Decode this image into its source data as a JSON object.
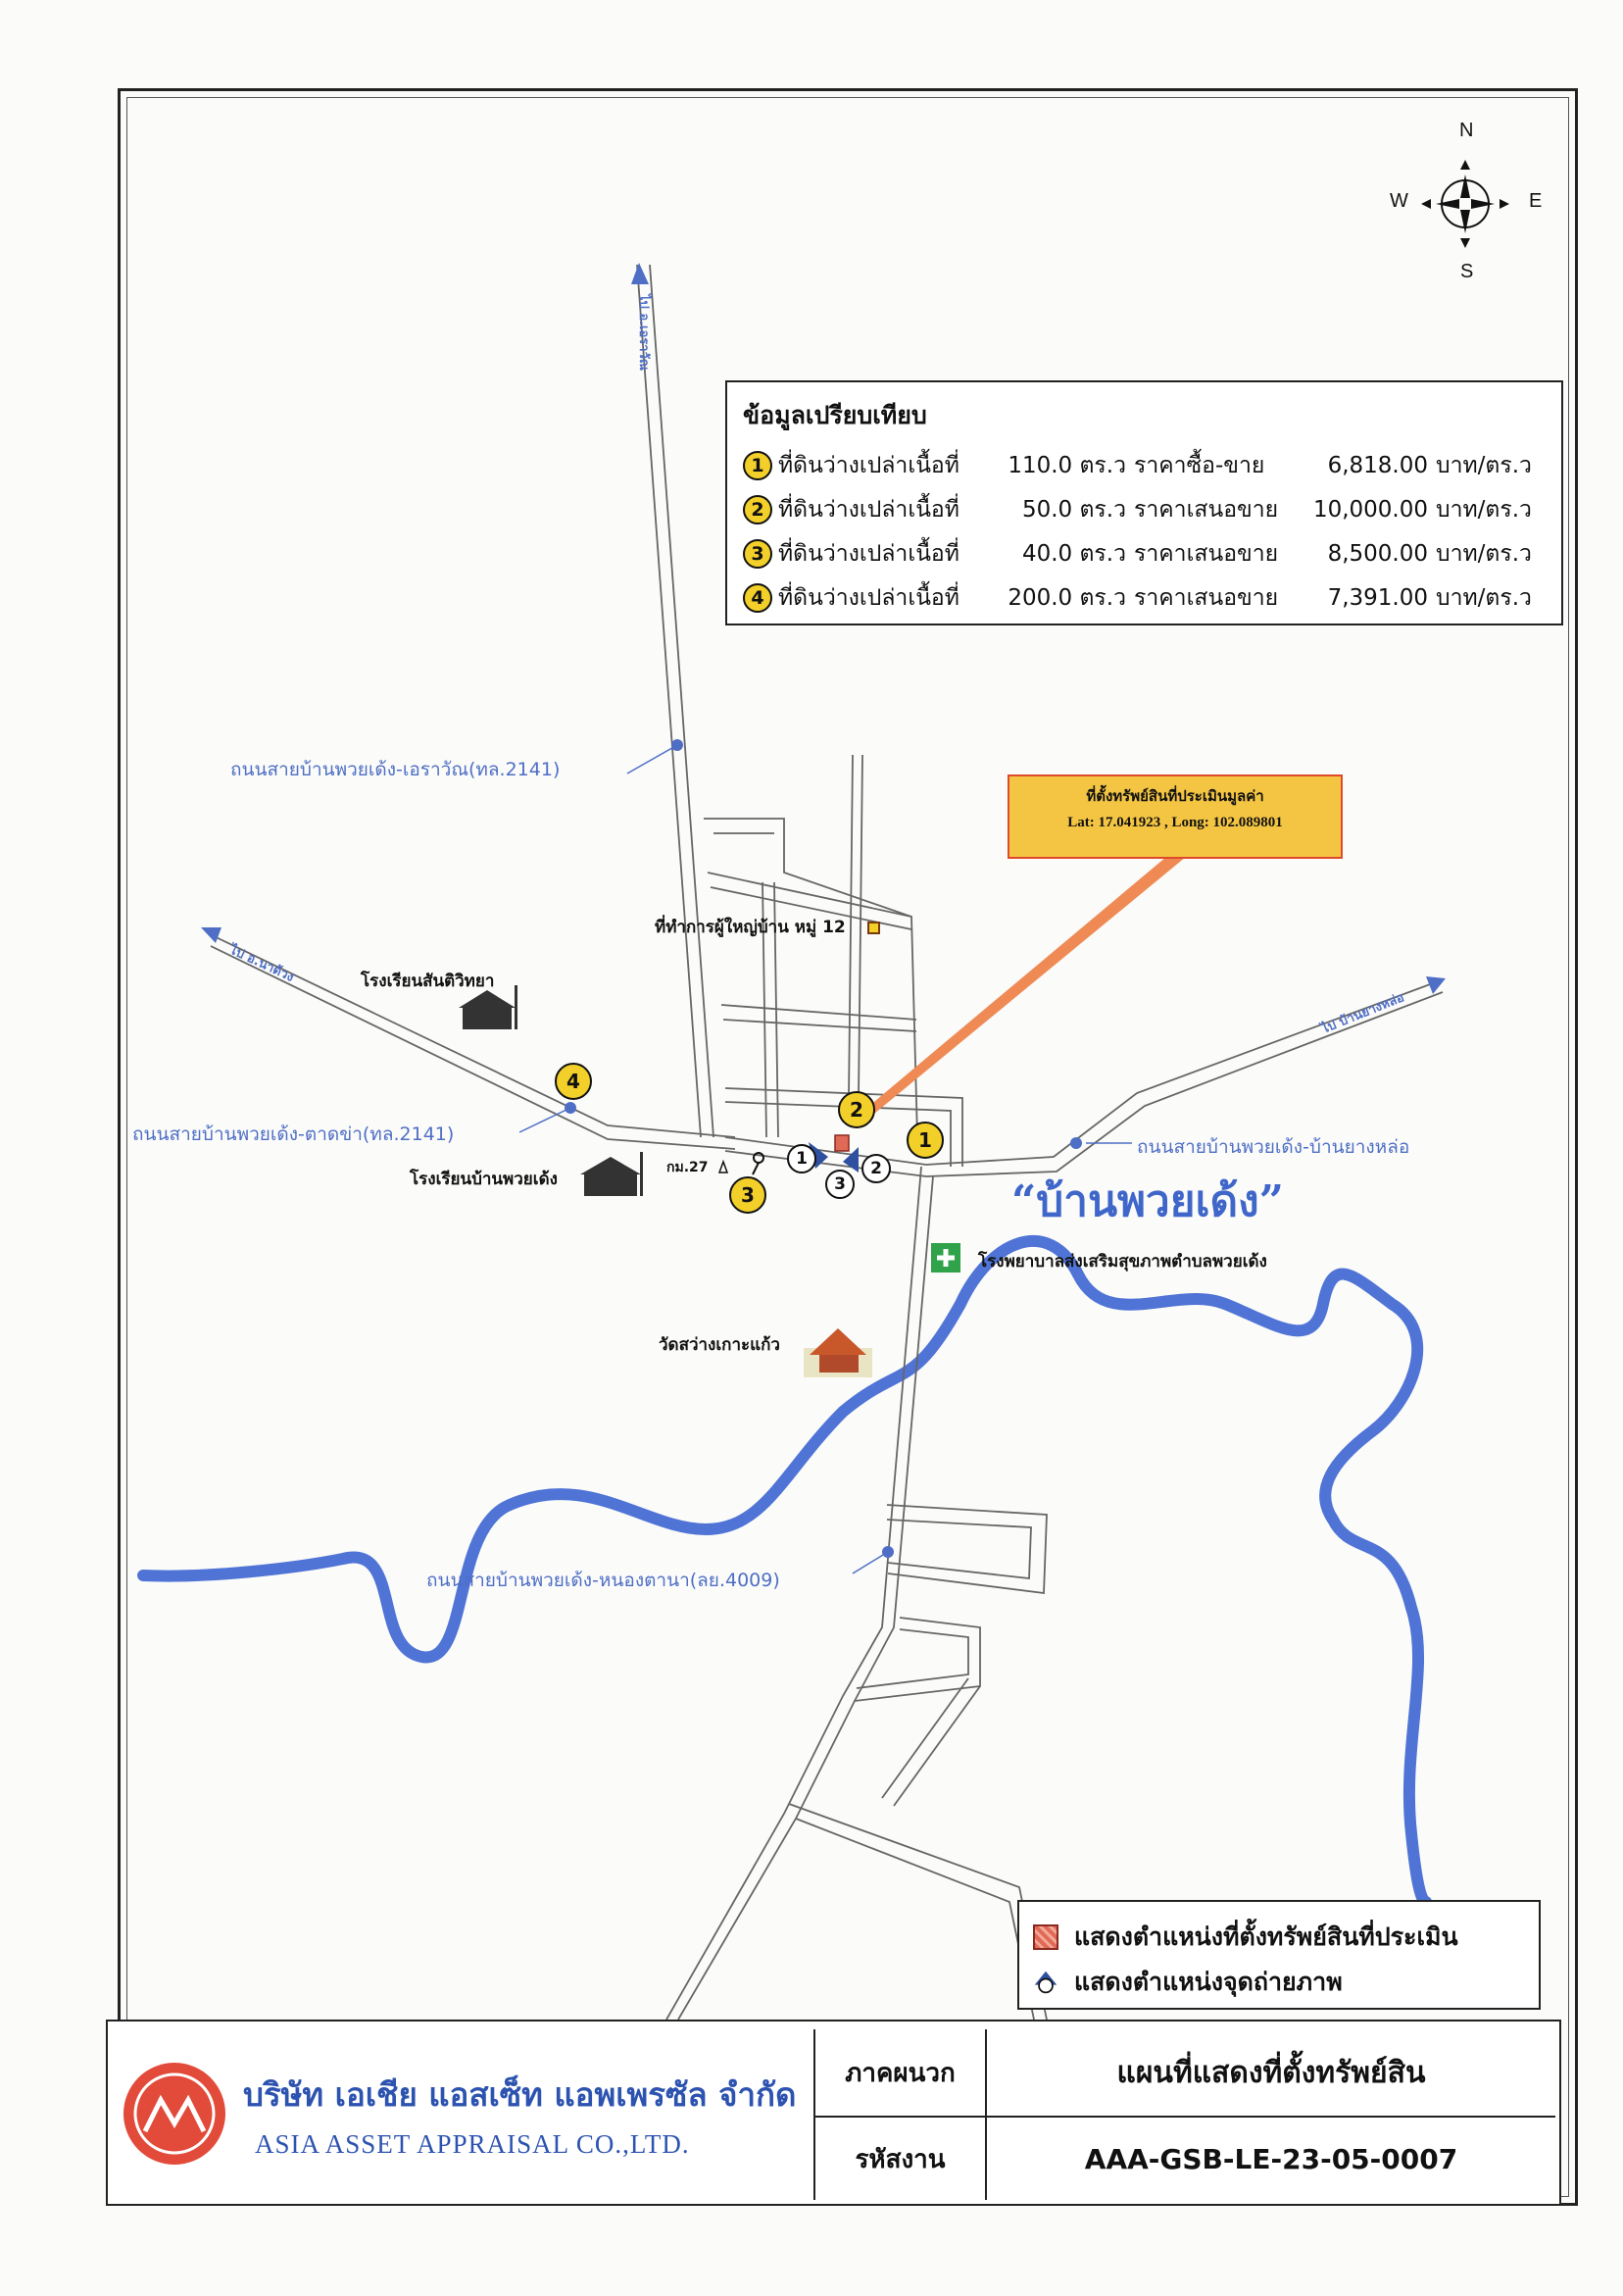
{
  "compass": {
    "n": "N",
    "s": "S",
    "e": "E",
    "w": "W"
  },
  "comparison": {
    "title": "ข้อมูลเปรียบเทียบ",
    "items": [
      {
        "no": "1",
        "desc": "ที่ดินว่างเปล่าเนื้อที่",
        "area": "110.0 ตร.ว",
        "type": "ราคาซื้อ-ขาย",
        "price": "6,818.00",
        "unit": "บาท/ตร.ว"
      },
      {
        "no": "2",
        "desc": "ที่ดินว่างเปล่าเนื้อที่",
        "area": "50.0 ตร.ว",
        "type": "ราคาเสนอขาย",
        "price": "10,000.00",
        "unit": "บาท/ตร.ว"
      },
      {
        "no": "3",
        "desc": "ที่ดินว่างเปล่าเนื้อที่",
        "area": "40.0 ตร.ว",
        "type": "ราคาเสนอขาย",
        "price": "8,500.00",
        "unit": "บาท/ตร.ว"
      },
      {
        "no": "4",
        "desc": "ที่ดินว่างเปล่าเนื้อที่",
        "area": "200.0 ตร.ว",
        "type": "ราคาเสนอขาย",
        "price": "7,391.00",
        "unit": "บาท/ตร.ว"
      }
    ]
  },
  "callout": {
    "title": "ที่ตั้งทรัพย์สินที่ประเมินมูลค่า",
    "coords": "Lat: 17.041923 , Long: 102.089801"
  },
  "roads": {
    "erawan": "ถนนสายบ้านพวยเด้ง-เอราวัณ(ทล.2141)",
    "tadkha": "ถนนสายบ้านพวยเด้ง-ตาดข่า(ทล.2141)",
    "yanglo": "ถนนสายบ้านพวยเด้ง-บ้านยางหล่อ",
    "nongtana": "ถนนสายบ้านพวยเด้ง-หนองตานา(ลย.4009)",
    "to_erawan": "ไป อ.เอราวัณ",
    "to_nawang": "ไป อ.นาด้วง",
    "to_yanglo": "ไป บ้านยางหล่อ"
  },
  "places": {
    "headman": "ที่ทำการผู้ใหญ่บ้าน หมู่ 12",
    "school_santi": "โรงเรียนสันติวิทยา",
    "school_puay": "โรงเรียนบ้านพวยเด้ง",
    "km": "กม.27",
    "hospital": "โรงพยาบาลส่งเสริมสุขภาพตำบลพวยเด้ง",
    "temple": "วัดสว่างเกาะแก้ว",
    "village": "“บ้านพวยเด้ง”"
  },
  "markers": {
    "yellow": [
      "1",
      "2",
      "3",
      "4"
    ],
    "white": [
      "1",
      "2",
      "3"
    ]
  },
  "legend": {
    "property": "แสดงตำแหน่งที่ตั้งทรัพย์สินที่ประเมิน",
    "photo": "แสดงตำแหน่งจุดถ่ายภาพ"
  },
  "titleblock": {
    "company_th": "บริษัท เอเชีย แอสเซ็ท แอพเพรซัล จำกัด",
    "company_en": "ASIA ASSET APPRAISAL CO.,LTD.",
    "appendix_label": "ภาคผนวก",
    "appendix_value": "แผนที่แสดงที่ตั้งทรัพย์สิน",
    "code_label": "รหัสงาน",
    "code_value": "AAA-GSB-LE-23-05-0007"
  },
  "colors": {
    "road_label": "#4f6fc6",
    "river": "#4f74d6",
    "marker": "#f3cf2a",
    "callout": "#f4c542",
    "property": "#e06a55",
    "hospital": "#2fa24a"
  }
}
